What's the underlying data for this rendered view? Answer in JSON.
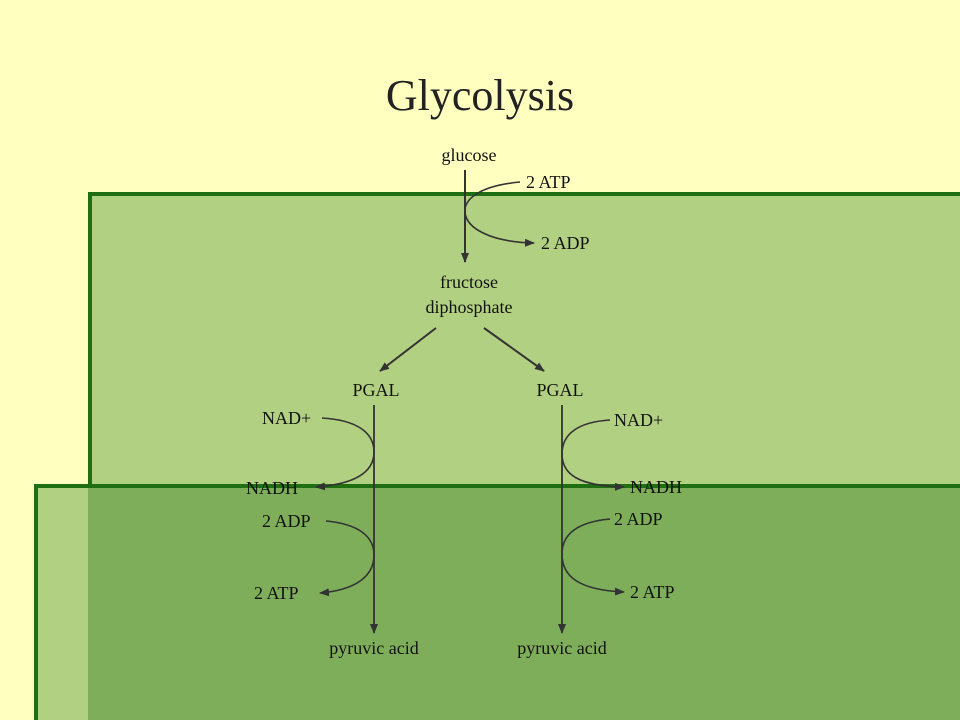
{
  "title": "Glycolysis",
  "nodes": {
    "glucose": "glucose",
    "fructose_line1": "fructose",
    "fructose_line2": "diphosphate",
    "pgal_left": "PGAL",
    "pgal_right": "PGAL",
    "pyruvic_left": "pyruvic acid",
    "pyruvic_right": "pyruvic acid"
  },
  "cofactors": {
    "atp_in": "2 ATP",
    "adp_out": "2 ADP",
    "left_nad_in": "NAD+",
    "left_nadh_out": "NADH",
    "left_adp_in": "2 ADP",
    "left_atp_out": "2 ATP",
    "right_nad_in": "NAD+",
    "right_nadh_out": "NADH",
    "right_adp_in": "2 ADP",
    "right_atp_out": "2 ATP"
  },
  "colors": {
    "background": "#ffffc0",
    "panel_light": "#b2d082",
    "panel_dark": "#7eae5a",
    "panel_border": "#1f6e12",
    "arrow": "#333333"
  }
}
